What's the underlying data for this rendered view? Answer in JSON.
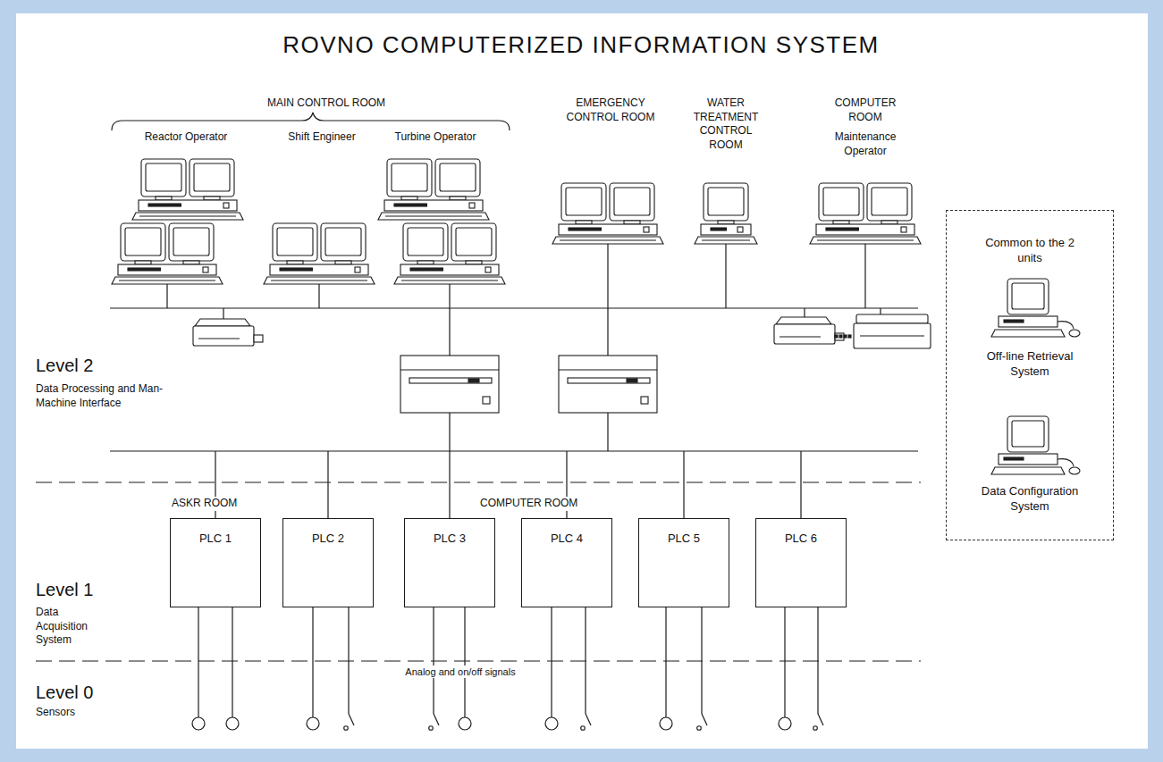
{
  "diagram": {
    "title": "ROVNO COMPUTERIZED INFORMATION SYSTEM",
    "nodes": [
      {
        "text": [
          "Common to the 2 units",
          "Off-line Retrieval System",
          "Data Configuration System"
        ]
      },
      {
        "text": [
          "PLC 1"
        ]
      },
      {
        "text": [
          "PLC 2"
        ]
      },
      {
        "text": [
          "PLC 3"
        ]
      },
      {
        "text": [
          "PLC 4"
        ]
      },
      {
        "text": [
          "PLC 5"
        ]
      },
      {
        "text": [
          "PLC 6"
        ]
      }
    ],
    "labels": [
      "MAIN CONTROL ROOM",
      "Reactor Operator",
      "Shift Engineer",
      "Turbine Operator",
      "EMERGENCY CONTROL ROOM",
      "WATER TREATMENT CONTROL ROOM",
      "COMPUTER ROOM",
      "Maintenance Operator",
      "Level 2",
      "Data Processing and Man-Machine Interface",
      "ASKR ROOM",
      "COMPUTER ROOM",
      "Level 1",
      "Data Acquisition System",
      "Analog and on/off signals",
      "Level 0",
      "Sensors"
    ]
  }
}
